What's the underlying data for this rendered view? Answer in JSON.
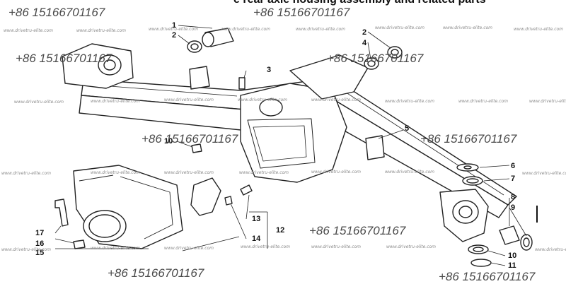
{
  "caption_fragment": "e rear axle housing assembly and related parts",
  "watermark_phone": "+86 15166701167",
  "watermark_url": "www.drivetru-elite.com",
  "callouts": [
    "1",
    "2",
    "3",
    "2",
    "4",
    "5",
    "10",
    "6",
    "7",
    "8",
    "9",
    "10",
    "11",
    "12",
    "13",
    "14",
    "15",
    "16",
    "17"
  ]
}
